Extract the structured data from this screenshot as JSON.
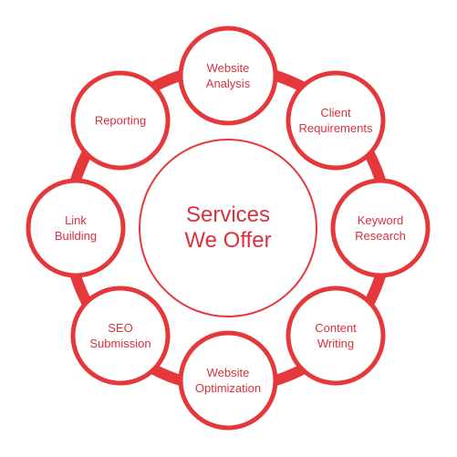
{
  "center": {
    "line1": "Services",
    "line2": "We Offer"
  },
  "nodes": [
    {
      "id": "website-analysis",
      "lines": [
        "Website",
        "Analysis"
      ]
    },
    {
      "id": "client-requirements",
      "lines": [
        "Client",
        "Requirements"
      ]
    },
    {
      "id": "keyword-research",
      "lines": [
        "Keyword",
        "Research"
      ]
    },
    {
      "id": "content-writing",
      "lines": [
        "Content",
        "Writing"
      ]
    },
    {
      "id": "website-optimization",
      "lines": [
        "Website",
        "Optimization"
      ]
    },
    {
      "id": "seo-submission",
      "lines": [
        "SEO",
        "Submission"
      ]
    },
    {
      "id": "link-building",
      "lines": [
        "Link",
        "Building"
      ]
    },
    {
      "id": "reporting",
      "lines": [
        "Reporting"
      ]
    }
  ],
  "colors": {
    "accent": "#e5383b",
    "text": "#d8313f",
    "fill": "#ffffff"
  }
}
